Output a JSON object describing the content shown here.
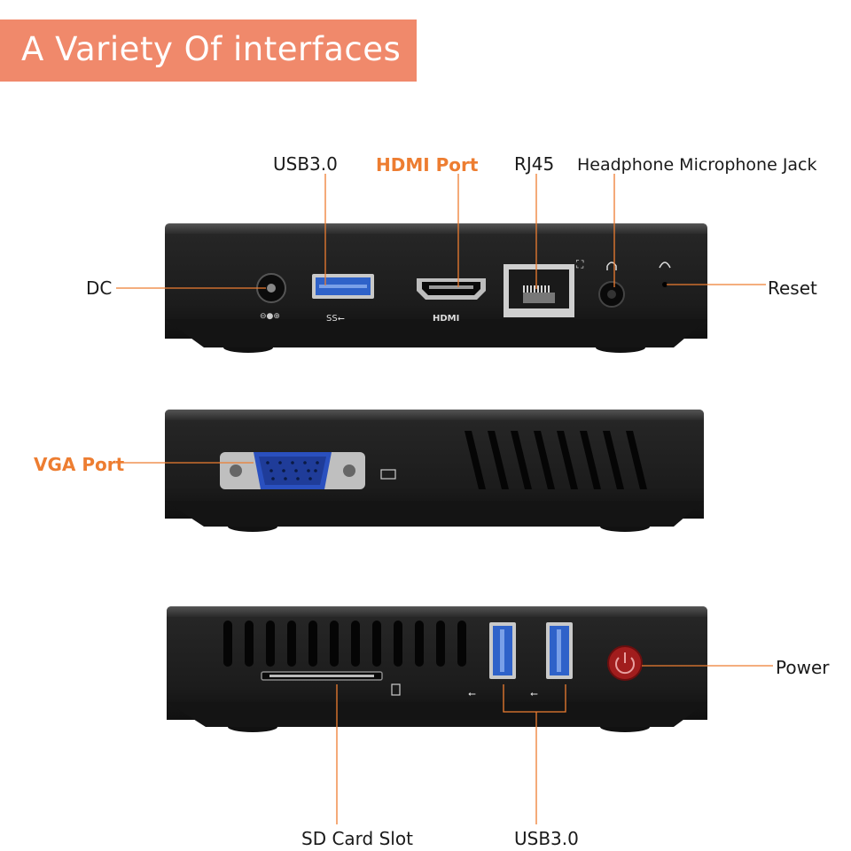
{
  "banner": {
    "title": "A Variety Of interfaces"
  },
  "panel_front": {
    "labels": {
      "usb30": "USB3.0",
      "hdmi": "HDMI Port",
      "rj45": "RJ45",
      "headphone": "Headphone Microphone Jack",
      "dc": "DC",
      "reset": "Reset"
    },
    "port_glyphs": {
      "usb_ss": "SS⭠",
      "hdmi": "HDMI"
    }
  },
  "panel_side": {
    "labels": {
      "vga": "VGA Port"
    },
    "vent_slots": 8
  },
  "panel_back": {
    "labels": {
      "power": "Power",
      "sd": "SD Card Slot",
      "usb30": "USB3.0"
    },
    "vent_slots": 12
  },
  "colors": {
    "accent": "#ed7d31",
    "banner": "#f0896b",
    "device": "#1e1e1e",
    "usb_blue": "#2f62c9",
    "vga_blue": "#2a50bf",
    "power_red": "#a11d1d"
  }
}
